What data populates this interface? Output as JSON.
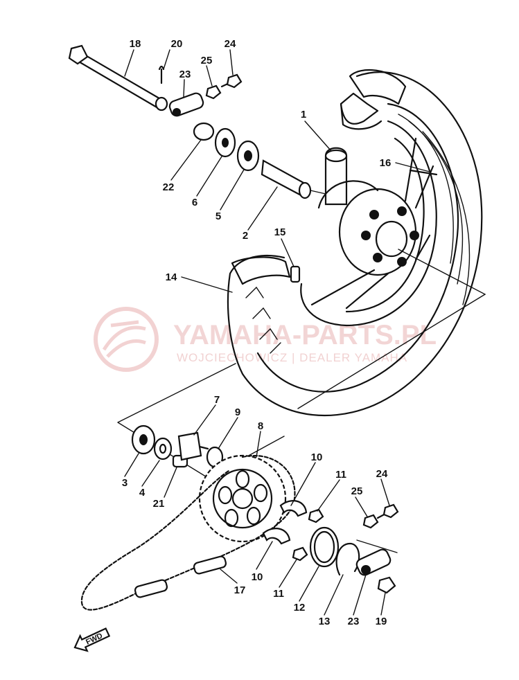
{
  "watermark": {
    "brand": "YAMAHA-PARTS.PL",
    "subtitle": "WOJCIECHOWICZ | DEALER YAMAHA"
  },
  "direction_marker": "FWD",
  "callouts": [
    {
      "id": "c1",
      "label": "1"
    },
    {
      "id": "c2",
      "label": "2"
    },
    {
      "id": "c3",
      "label": "3"
    },
    {
      "id": "c4",
      "label": "4"
    },
    {
      "id": "c5",
      "label": "5"
    },
    {
      "id": "c6",
      "label": "6"
    },
    {
      "id": "c7",
      "label": "7"
    },
    {
      "id": "c8",
      "label": "8"
    },
    {
      "id": "c9",
      "label": "9"
    },
    {
      "id": "c10a",
      "label": "10"
    },
    {
      "id": "c10b",
      "label": "10"
    },
    {
      "id": "c11a",
      "label": "11"
    },
    {
      "id": "c11b",
      "label": "11"
    },
    {
      "id": "c12",
      "label": "12"
    },
    {
      "id": "c13",
      "label": "13"
    },
    {
      "id": "c14",
      "label": "14"
    },
    {
      "id": "c15",
      "label": "15"
    },
    {
      "id": "c16",
      "label": "16"
    },
    {
      "id": "c17",
      "label": "17"
    },
    {
      "id": "c18",
      "label": "18"
    },
    {
      "id": "c19",
      "label": "19"
    },
    {
      "id": "c20",
      "label": "20"
    },
    {
      "id": "c21",
      "label": "21"
    },
    {
      "id": "c22",
      "label": "22"
    },
    {
      "id": "c23a",
      "label": "23"
    },
    {
      "id": "c23b",
      "label": "23"
    },
    {
      "id": "c24a",
      "label": "24"
    },
    {
      "id": "c24b",
      "label": "24"
    },
    {
      "id": "c25a",
      "label": "25"
    },
    {
      "id": "c25b",
      "label": "25"
    }
  ]
}
